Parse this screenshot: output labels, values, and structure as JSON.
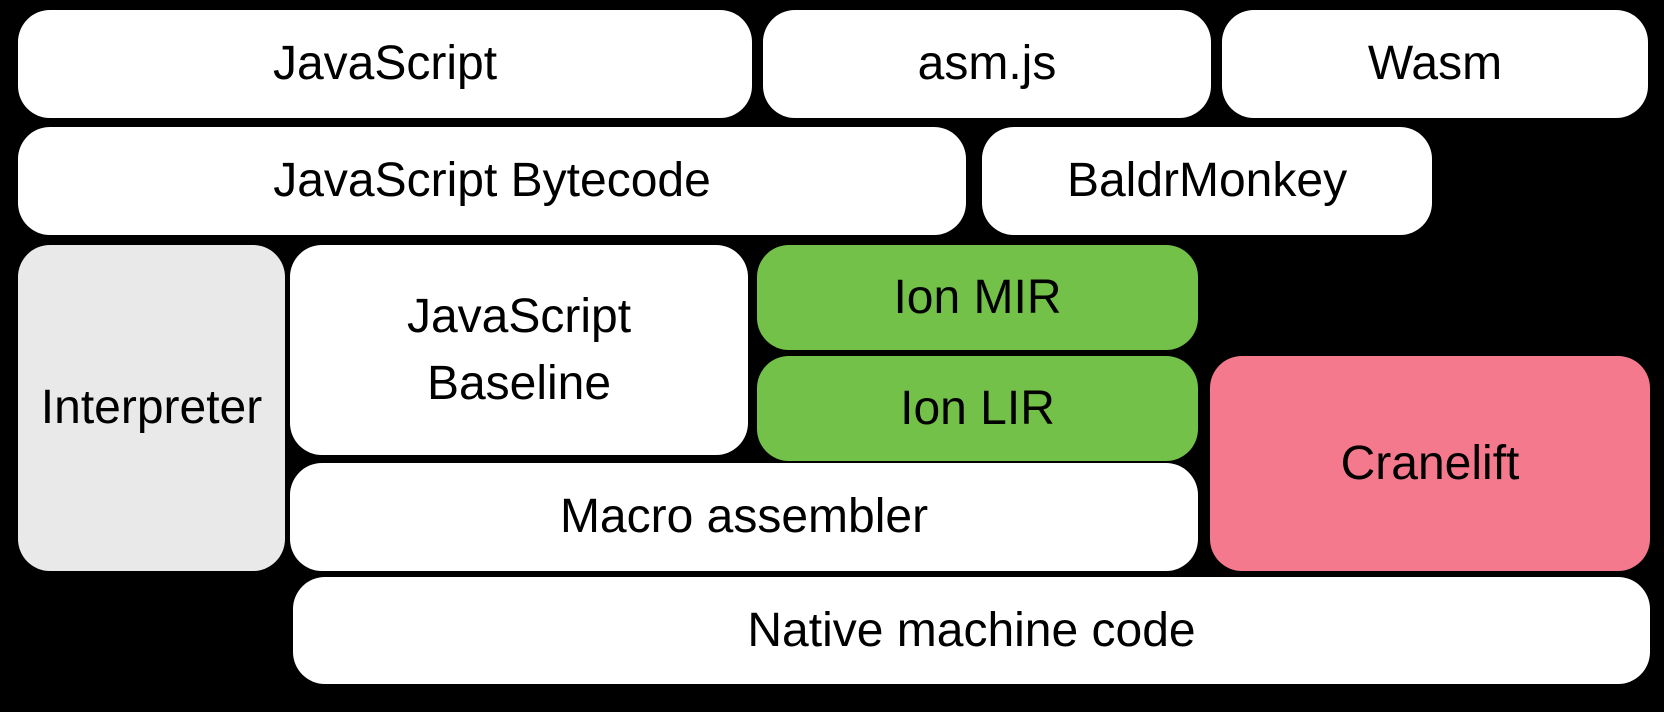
{
  "diagram": {
    "background_color": "#000000",
    "text_color": "#000000",
    "palette": {
      "box_white": "#ffffff",
      "box_gray": "#e9e9e9",
      "box_green": "#73c148",
      "box_pink": "#f5798c"
    },
    "boxes": [
      {
        "id": "javascript",
        "label": "JavaScript",
        "color": "#ffffff"
      },
      {
        "id": "asm-js",
        "label": "asm.js",
        "color": "#ffffff"
      },
      {
        "id": "wasm",
        "label": "Wasm",
        "color": "#ffffff"
      },
      {
        "id": "javascript-bytecode",
        "label": "JavaScript Bytecode",
        "color": "#ffffff"
      },
      {
        "id": "baldrmonkey",
        "label": "BaldrMonkey",
        "color": "#ffffff"
      },
      {
        "id": "interpreter",
        "label": "Interpreter",
        "color": "#e9e9e9"
      },
      {
        "id": "javascript-baseline",
        "label": "JavaScript Baseline",
        "label_line1": "JavaScript",
        "label_line2": "Baseline",
        "color": "#ffffff"
      },
      {
        "id": "ion-mir",
        "label": "Ion MIR",
        "color": "#73c148"
      },
      {
        "id": "ion-lir",
        "label": "Ion LIR",
        "color": "#73c148"
      },
      {
        "id": "cranelift",
        "label": "Cranelift",
        "color": "#f5798c"
      },
      {
        "id": "macro-assembler",
        "label": "Macro assembler",
        "color": "#ffffff"
      },
      {
        "id": "native-machine-code",
        "label": "Native machine code",
        "color": "#ffffff"
      }
    ]
  }
}
